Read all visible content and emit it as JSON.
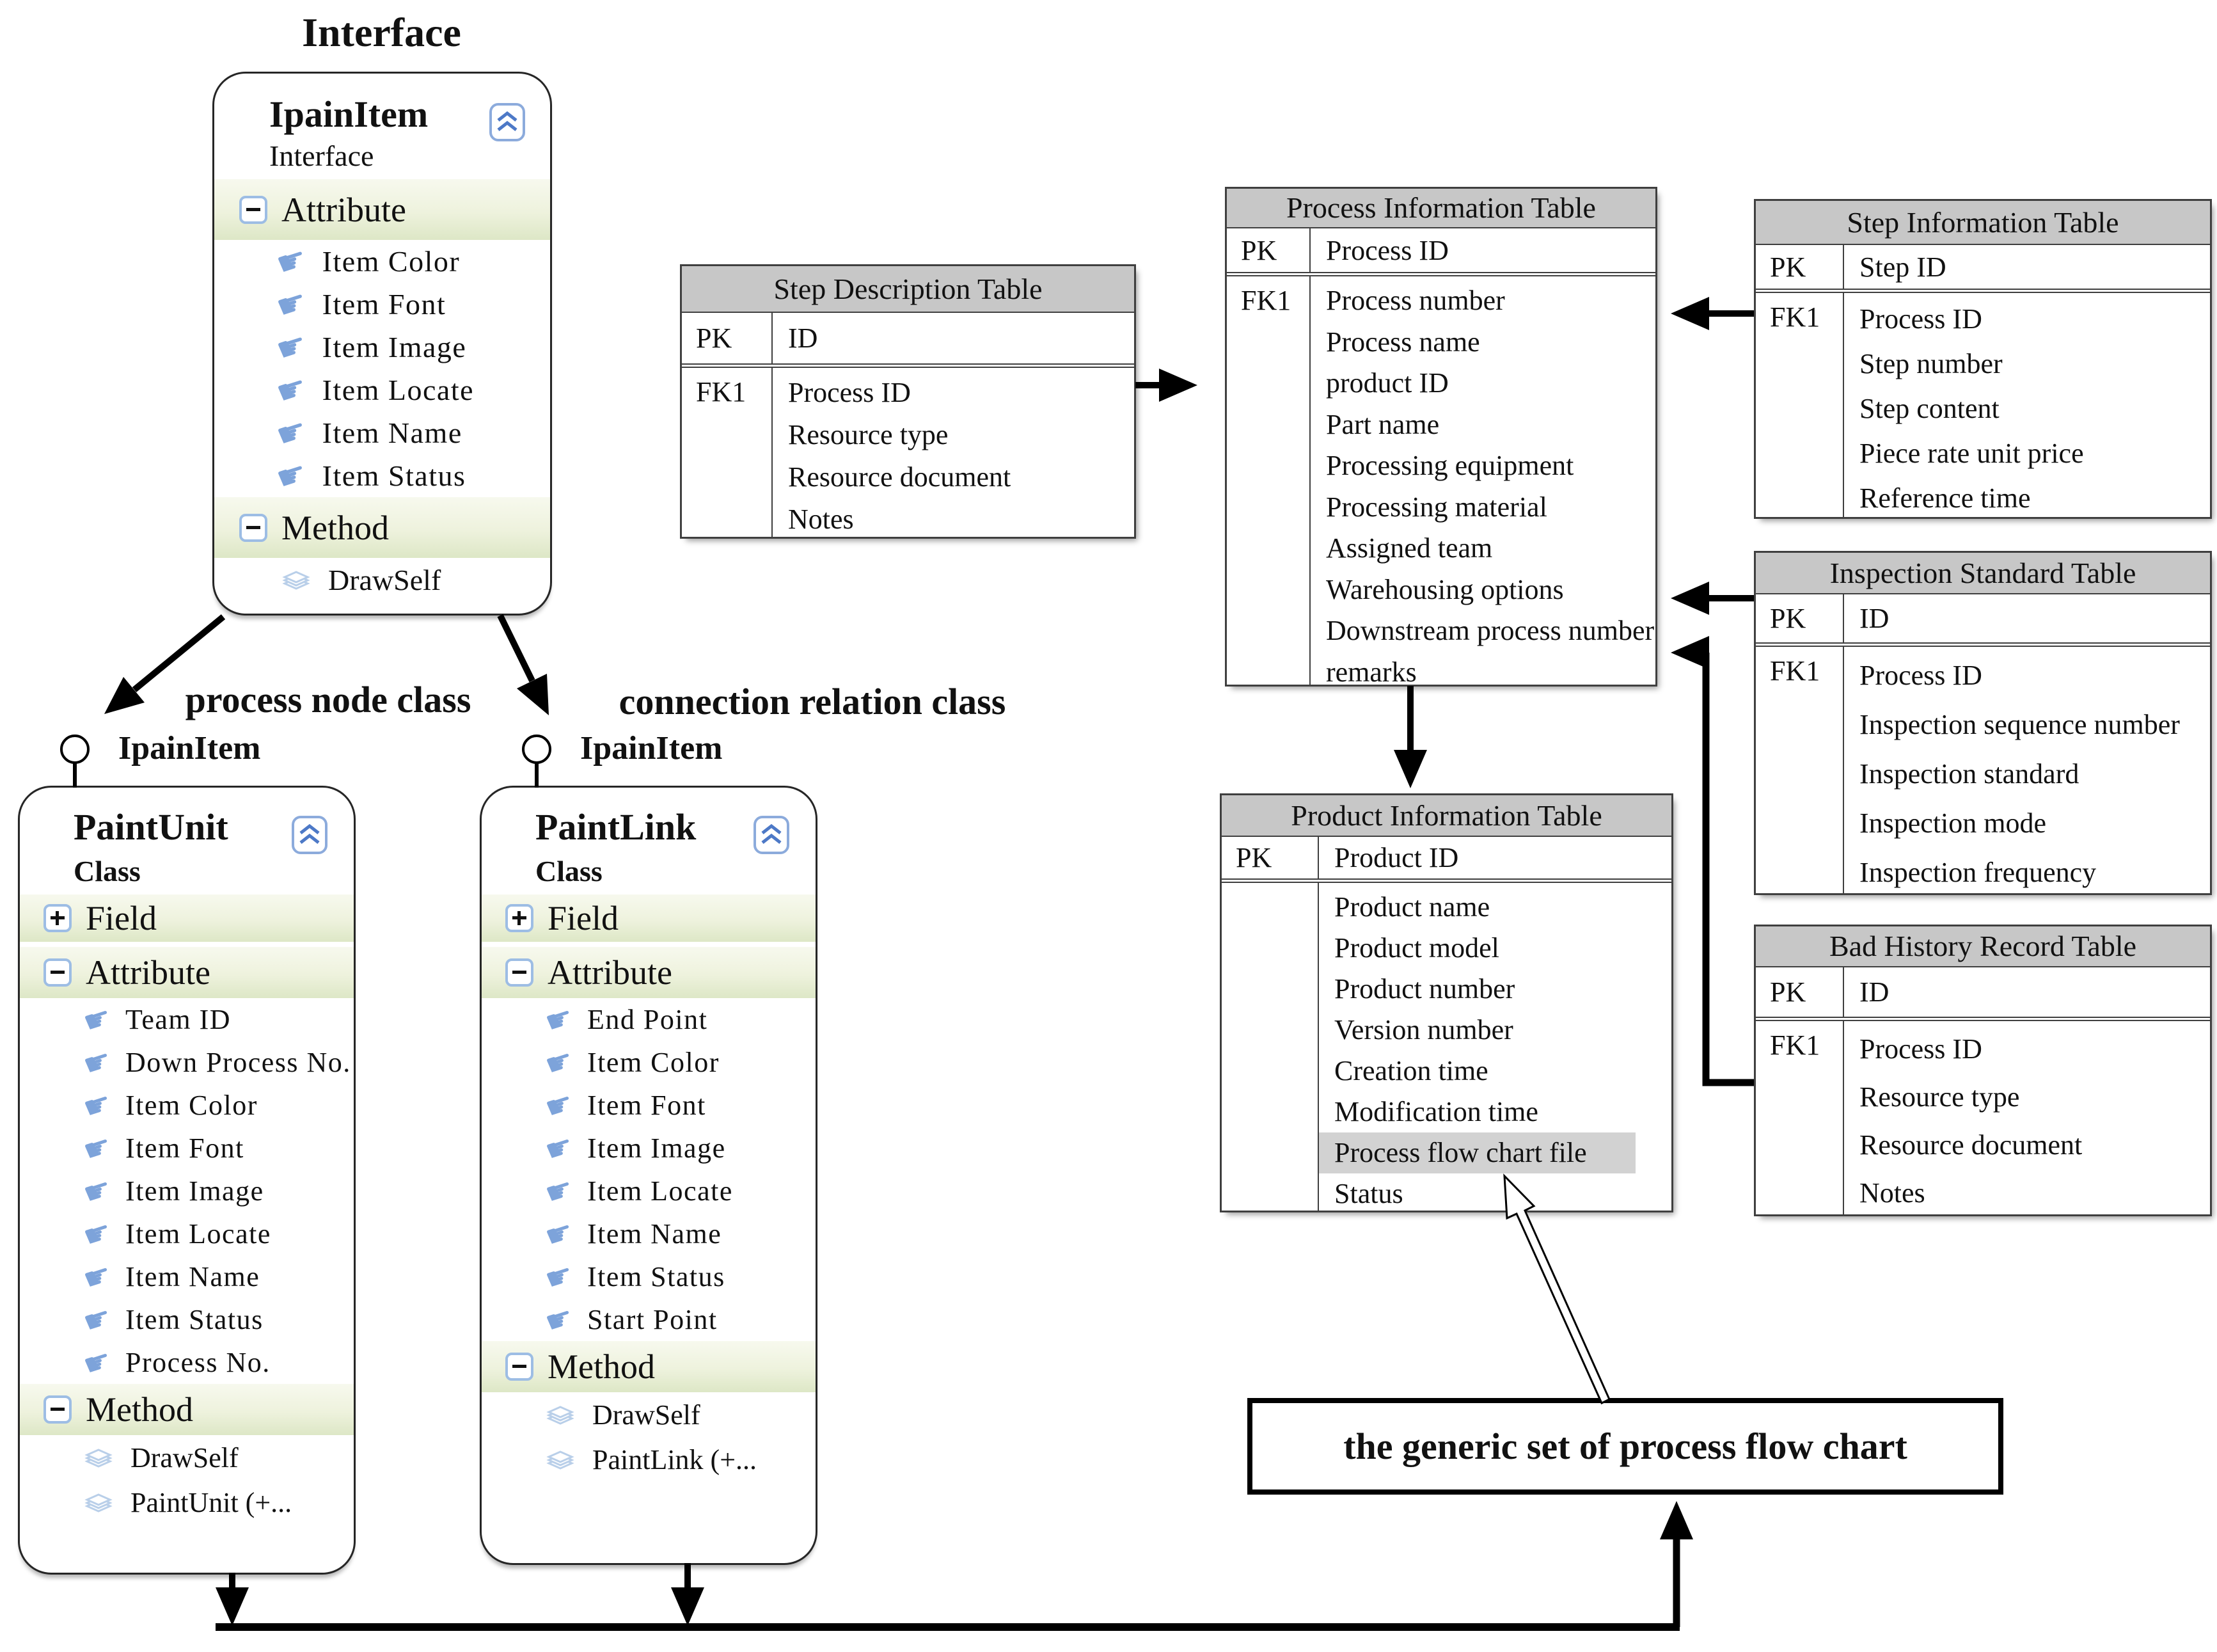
{
  "labels": {
    "interface_title": "Interface",
    "process_node_class": "process node class",
    "connection_relation_class": "connection relation class",
    "lollipop_left": "IpainItem",
    "lollipop_right": "IpainItem",
    "generic_box": "the generic set of process flow chart"
  },
  "icons": {
    "hand": "☛"
  },
  "class_boxes": {
    "ipainitem": {
      "title": "IpainItem",
      "subtitle": "Interface",
      "attribute_label": "Attribute",
      "method_label": "Method",
      "attributes": [
        "Item Color",
        "Item Font",
        "Item Image",
        "Item Locate",
        "Item Name",
        "Item Status"
      ],
      "methods": [
        "DrawSelf"
      ]
    },
    "paintunit": {
      "title": "PaintUnit",
      "subtitle": "Class",
      "field_label": "Field",
      "attribute_label": "Attribute",
      "method_label": "Method",
      "attributes": [
        "Team ID",
        "Down Process No.",
        "Item Color",
        "Item Font",
        "Item Image",
        "Item Locate",
        "Item Name",
        "Item Status",
        "Process No."
      ],
      "methods": [
        "DrawSelf",
        "PaintUnit (+..."
      ]
    },
    "paintlink": {
      "title": "PaintLink",
      "subtitle": "Class",
      "field_label": "Field",
      "attribute_label": "Attribute",
      "method_label": "Method",
      "attributes": [
        "End Point",
        "Item Color",
        "Item Font",
        "Item Image",
        "Item Locate",
        "Item Name",
        "Item Status",
        "Start Point"
      ],
      "methods": [
        "DrawSelf",
        "PaintLink (+..."
      ]
    }
  },
  "tables": {
    "step_description": {
      "title": "Step Description Table",
      "pk_label": "PK",
      "pk_value": "ID",
      "fk_label": "FK1",
      "rows": [
        "Process ID",
        "Resource type",
        "Resource document",
        "Notes"
      ]
    },
    "process_information": {
      "title": "Process Information Table",
      "pk_label": "PK",
      "pk_value": "Process ID",
      "fk_label": "FK1",
      "rows": [
        "Process number",
        "Process name",
        "product ID",
        "Part name",
        "Processing equipment",
        "Processing material",
        "Assigned team",
        "Warehousing options",
        "Downstream process number",
        "remarks"
      ]
    },
    "step_information": {
      "title": "Step Information Table",
      "pk_label": "PK",
      "pk_value": "Step ID",
      "fk_label": "FK1",
      "rows": [
        "Process ID",
        "Step number",
        "Step content",
        "Piece rate unit price",
        "Reference time"
      ]
    },
    "inspection_standard": {
      "title": "Inspection Standard Table",
      "pk_label": "PK",
      "pk_value": "ID",
      "fk_label": "FK1",
      "rows": [
        "Process ID",
        "Inspection sequence number",
        "Inspection standard",
        "Inspection mode",
        "Inspection frequency"
      ]
    },
    "product_information": {
      "title": "Product Information Table",
      "pk_label": "PK",
      "pk_value": "Product ID",
      "fk_label": "",
      "rows": [
        "Product name",
        "Product model",
        "Product number",
        "Version number",
        "Creation time",
        "Modification time",
        "Process flow chart file",
        "Status"
      ],
      "highlight_row": "Process flow chart file"
    },
    "bad_history": {
      "title": "Bad History Record Table",
      "pk_label": "PK",
      "pk_value": "ID",
      "fk_label": "FK1",
      "rows": [
        "Process ID",
        "Resource type",
        "Resource document",
        "Notes"
      ]
    }
  },
  "colors": {
    "table_header": "#c7c7c7",
    "highlight": "#d2d2d2",
    "accent_blue": "#7da3da",
    "band_green": "#e4ecc9",
    "line_black": "#000000"
  }
}
